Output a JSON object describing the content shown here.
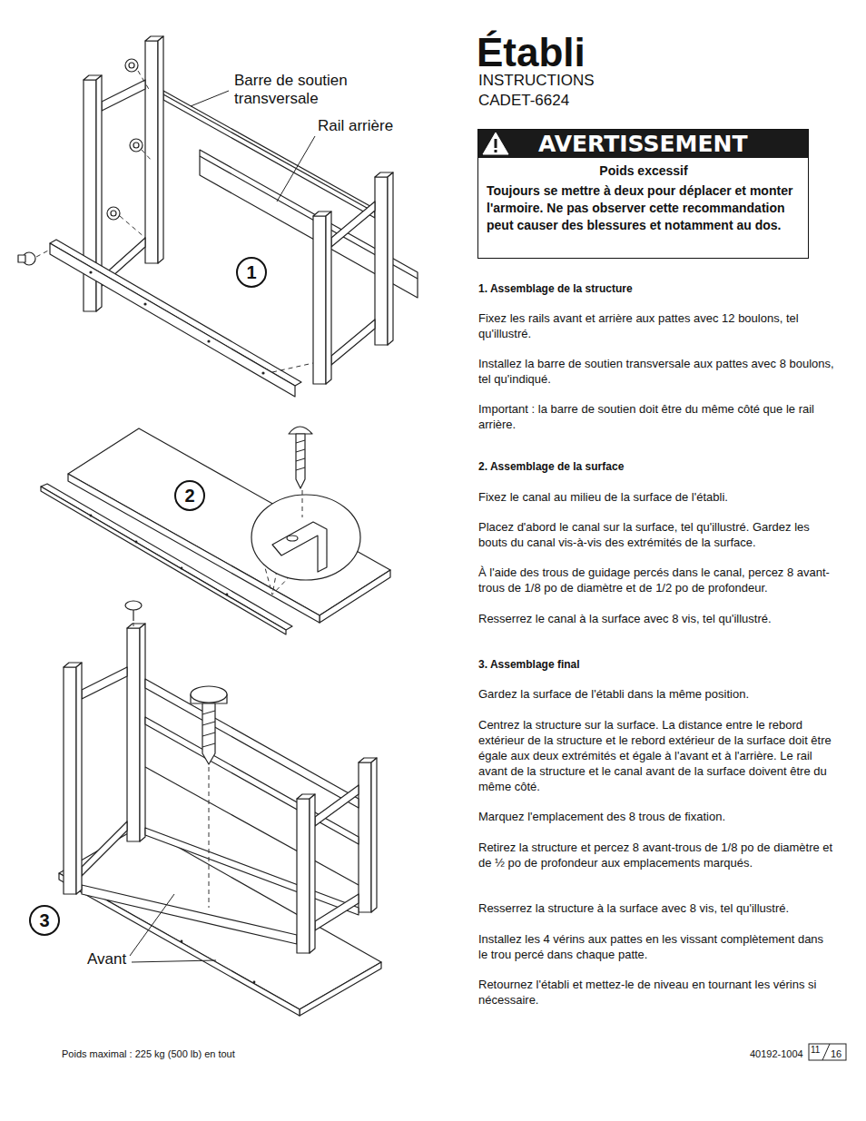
{
  "diagram": {
    "title": "Établi",
    "nodes": [
      {
        "text": [
          "Poids excessif",
          "Toujours se mettre à deux pour déplacer et monter l'armoire. Ne pas observer cette recommandation peut causer des blessures et notamment au dos."
        ]
      },
      {
        "text": [
          "AVERTISSEMENT"
        ],
        "in": 0
      },
      {
        "text": [
          "1"
        ]
      },
      {
        "text": [
          "2"
        ]
      },
      {
        "text": [
          "3"
        ]
      }
    ],
    "labels": [
      "INSTRUCTIONS",
      "CADET-6624",
      "Barre de soutien transversale",
      "Rail arrière",
      "1. Assemblage de la structure",
      "Fixez les rails avant et arrière aux pattes avec 12 boulons, tel qu'illustré.",
      "Installez la barre de soutien transversale aux pattes avec 8 boulons, tel qu'indiqué.",
      "Important : la barre de soutien doit être du même côté que le rail arrière.",
      "2. Assemblage de la surface",
      "Fixez le canal au milieu de la surface de l'établi.",
      "Placez d'abord le canal sur la surface, tel qu'illustré. Gardez les bouts du canal vis-à-vis des extrémités de la surface.",
      "À l'aide des trous de guidage percés dans le canal, percez 8 avant-trous de 1/8 po de diamètre et de 1/2 po de profondeur.",
      "Resserrez le canal à la surface avec 8 vis, tel qu'illustré.",
      "3. Assemblage final",
      "Gardez la surface de l'établi dans la même position.",
      "Centrez la structure sur la surface. La distance entre le rebord extérieur de la structure et le rebord extérieur de la surface doit être égale aux deux extrémités et égale à l'avant et à l'arrière. Le rail avant de la structure et le canal avant de la surface doivent être du même côté.",
      "Marquez l'emplacement des 8 trous de fixation.",
      "Retirez la structure et percez 8 avant-trous de 1/8 po de diamètre et de ½ po de profondeur aux emplacements marqués.",
      "Resserrez la structure à la surface avec 8 vis, tel qu'illustré.",
      "Installez les 4 vérins aux pattes en les vissant complètement dans le trou percé dans chaque patte.",
      "Retournez l'établi et mettez-le de niveau en tournant les vérins si nécessaire.",
      "Avant",
      "Poids maximal : 225 kg (500 lb) en tout",
      "40192-1004",
      "11",
      "16"
    ]
  }
}
